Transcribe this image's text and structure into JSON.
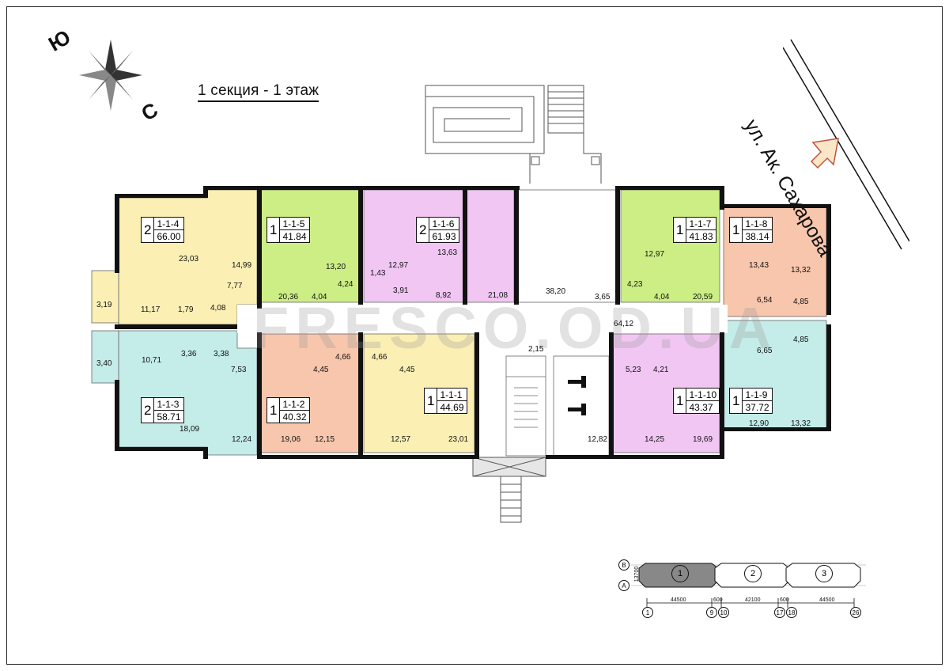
{
  "title": "1 секция - 1 этаж",
  "street": "ул. Ак. Сахарова",
  "compass": {
    "north": "Ю",
    "south": "С"
  },
  "watermark": "FRESCO.OD.UA",
  "colors": {
    "yellow": "#fbefb4",
    "green": "#cdee85",
    "pink": "#f1c6f3",
    "orange": "#f7c6ac",
    "teal": "#c4ece8",
    "wall": "#111111"
  },
  "apartments": [
    {
      "rooms": "2",
      "code": "1-1-4",
      "area": "66.00"
    },
    {
      "rooms": "1",
      "code": "1-1-5",
      "area": "41.84"
    },
    {
      "rooms": "2",
      "code": "1-1-6",
      "area": "61.93"
    },
    {
      "rooms": "1",
      "code": "1-1-7",
      "area": "41.83"
    },
    {
      "rooms": "1",
      "code": "1-1-8",
      "area": "38.14"
    },
    {
      "rooms": "2",
      "code": "1-1-3",
      "area": "58.71"
    },
    {
      "rooms": "1",
      "code": "1-1-2",
      "area": "40.32"
    },
    {
      "rooms": "1",
      "code": "1-1-1",
      "area": "44.69"
    },
    {
      "rooms": "1",
      "code": "1-1-10",
      "area": "43.37"
    },
    {
      "rooms": "1",
      "code": "1-1-9",
      "area": "37.72"
    }
  ],
  "room_areas": [
    "23,03",
    "14,99",
    "7,77",
    "3,19",
    "11,17",
    "1,79",
    "4,08",
    "20,36",
    "4,04",
    "13,20",
    "4,24",
    "12,97",
    "1,43",
    "3,91",
    "13,63",
    "8,92",
    "21,08",
    "38,20",
    "3,65",
    "12,97",
    "4,23",
    "4,04",
    "20,59",
    "13,43",
    "13,32",
    "6,54",
    "4,85",
    "64,12",
    "3,40",
    "10,71",
    "3,36",
    "3,38",
    "7,53",
    "18,09",
    "12,24",
    "4,45",
    "4,66",
    "4,66",
    "4,45",
    "19,06",
    "12,15",
    "12,57",
    "23,01",
    "2,15",
    "12,82",
    "5,23",
    "4,21",
    "14,25",
    "19,69",
    "6,65",
    "4,85",
    "12,90",
    "13,32"
  ],
  "key_plan": {
    "axes_rows": [
      "В",
      "А"
    ],
    "height_dim": "13700",
    "sections": [
      "1",
      "2",
      "3"
    ],
    "axes_cols": [
      "1",
      "9",
      "10",
      "17",
      "18",
      "26"
    ],
    "dims": [
      "44500",
      "600",
      "42100",
      "600",
      "44500"
    ]
  }
}
